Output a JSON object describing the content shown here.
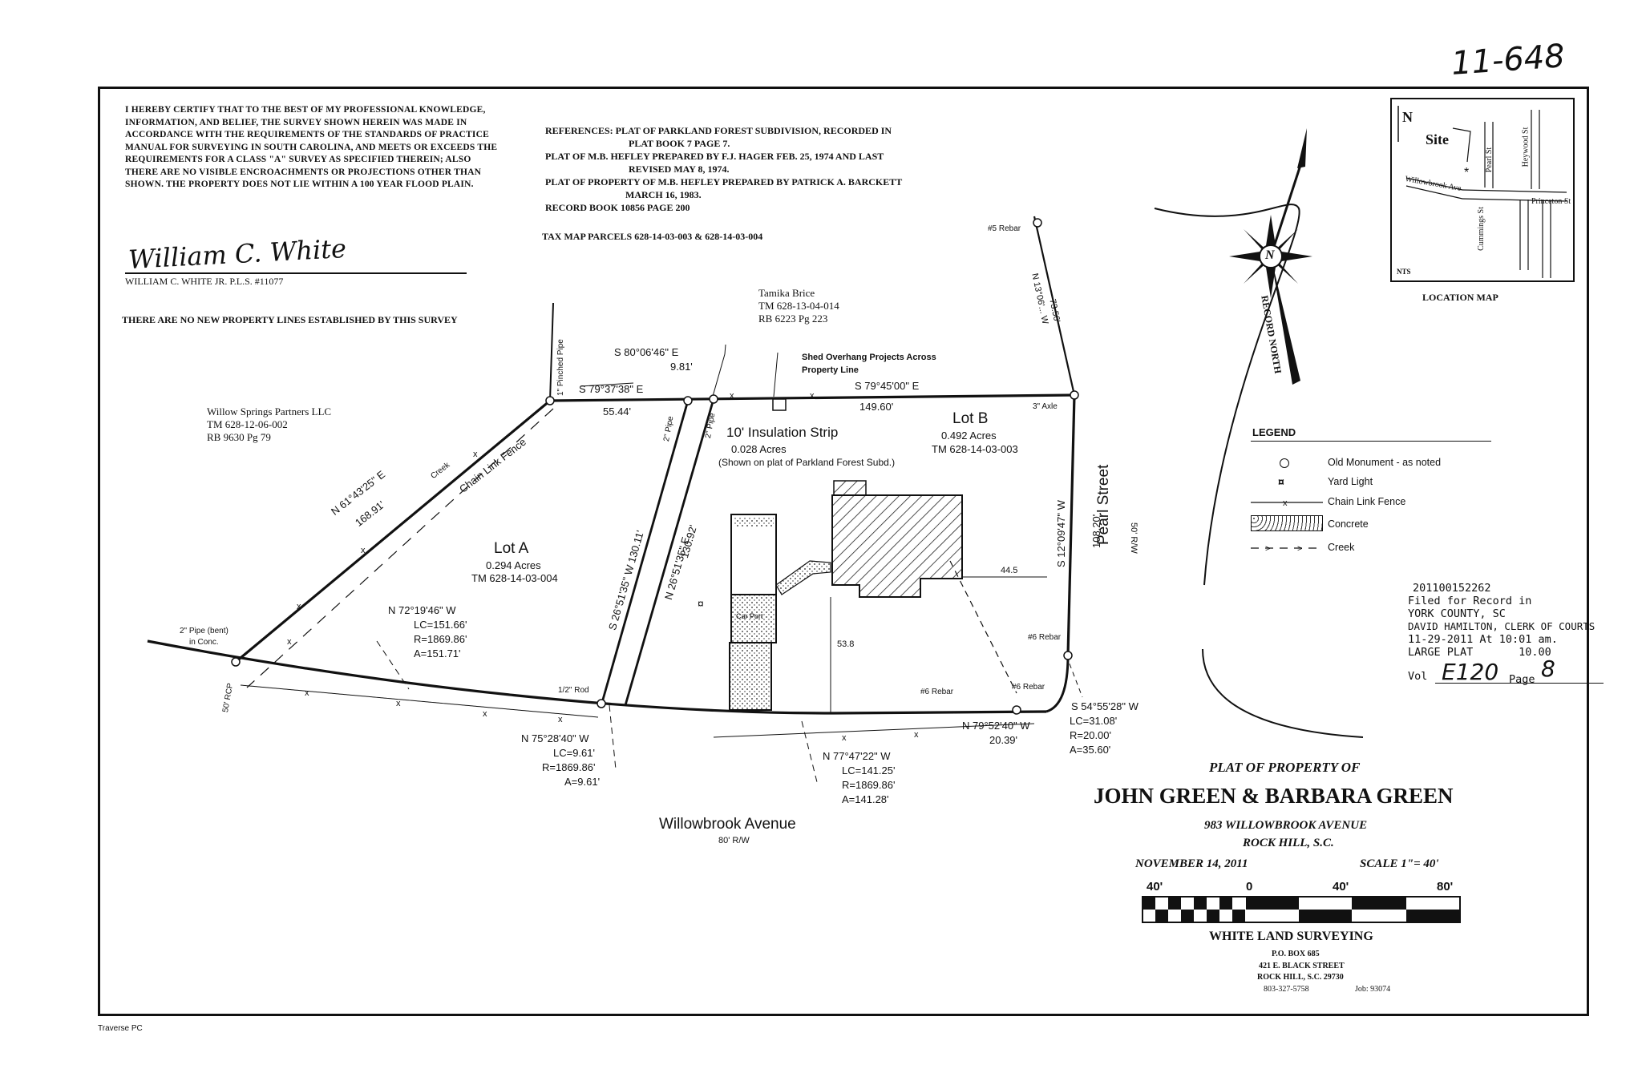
{
  "handwritten_id": "11-648",
  "certification": {
    "text": "I HEREBY CERTIFY THAT TO THE BEST OF MY PROFESSIONAL KNOWLEDGE, INFORMATION, AND BELIEF, THE SURVEY SHOWN HEREIN WAS MADE IN ACCORDANCE WITH THE REQUIREMENTS OF THE STANDARDS OF PRACTICE MANUAL FOR SURVEYING IN SOUTH CAROLINA, AND MEETS OR EXCEEDS THE REQUIREMENTS FOR A CLASS \"A\" SURVEY AS SPECIFIED THEREIN; ALSO THERE ARE NO VISIBLE ENCROACHMENTS OR PROJECTIONS OTHER THAN SHOWN. THE PROPERTY DOES NOT LIE WITHIN A 100 YEAR FLOOD PLAIN.",
    "signature": "William C. White",
    "surveyor": "WILLIAM C. WHITE JR. P.L.S. #11077",
    "note": "THERE ARE NO NEW PROPERTY LINES ESTABLISHED BY THIS SURVEY"
  },
  "references": {
    "line1": "REFERENCES: PLAT OF PARKLAND FOREST SUBDIVISION, RECORDED IN",
    "line2": "PLAT BOOK 7 PAGE 7.",
    "line3": "PLAT OF M.B. HEFLEY PREPARED BY F.J. HAGER FEB. 25, 1974 AND LAST",
    "line4": "REVISED MAY 8, 1974.",
    "line5": "PLAT OF PROPERTY OF M.B. HEFLEY PREPARED BY PATRICK A. BARCKETT",
    "line6": "MARCH 16, 1983.",
    "line7": "RECORD BOOK 10856 PAGE 200",
    "tax_map": "TAX MAP PARCELS 628-14-03-003 & 628-14-03-004"
  },
  "location_map": {
    "title": "LOCATION MAP",
    "north": "N",
    "site": "Site",
    "streets": [
      "Willowbrook Ave",
      "Pearl St",
      "Heywood St",
      "Cummings St",
      "Princeton St"
    ],
    "nts": "NTS"
  },
  "compass": {
    "n": "N",
    "record_north": "RECORD NORTH"
  },
  "legend": {
    "title": "LEGEND",
    "items": [
      {
        "symbol": "old-monument",
        "label": "Old Monument - as noted"
      },
      {
        "symbol": "yard-light",
        "label": "Yard Light"
      },
      {
        "symbol": "chain-link-fence",
        "label": "Chain Link Fence"
      },
      {
        "symbol": "concrete",
        "label": "Concrete"
      },
      {
        "symbol": "creek",
        "label": "Creek"
      }
    ]
  },
  "recording_stamp": {
    "lines": [
      "201100152262",
      "Filed for Record in",
      "YORK COUNTY, SC",
      "DAVID HAMILTON, CLERK OF COURTS",
      "11-29-2011 At 10:01 am.",
      "LARGE PLAT       10.00"
    ],
    "vol_label": "Vol",
    "vol": "E120",
    "page_label": "Page",
    "page": "8"
  },
  "title_block": {
    "heading": "PLAT OF PROPERTY OF",
    "owners": "JOHN GREEN & BARBARA GREEN",
    "address1": "983 WILLOWBROOK AVENUE",
    "address2": "ROCK HILL, S.C.",
    "date": "NOVEMBER 14, 2011",
    "scale": "SCALE 1\"= 40'",
    "scale_labels": [
      "40'",
      "0",
      "40'",
      "80'"
    ],
    "company": "WHITE LAND SURVEYING",
    "po": "P.O. BOX 685",
    "street": "421 E. BLACK STREET",
    "city": "ROCK HILL, S.C. 29730",
    "phone": "803-327-5758",
    "job": "Job: 93074"
  },
  "footer": "Traverse PC",
  "plat": {
    "neighbors": {
      "willow": [
        "Willow Springs Partners LLC",
        "TM 628-12-06-002",
        "RB 9630 Pg 79"
      ],
      "brice": [
        "Tamika Brice",
        "TM 628-13-04-014",
        "RB 6223 Pg 223"
      ]
    },
    "lots": {
      "a": [
        "Lot A",
        "0.294 Acres",
        "TM 628-14-03-004"
      ],
      "b": [
        "Lot B",
        "0.492 Acres",
        "TM 628-14-03-003"
      ],
      "strip": [
        "10' Insulation Strip",
        "0.028 Acres",
        "(Shown on plat of Parkland Forest Subd.)"
      ]
    },
    "streets": {
      "willowbrook": "Willowbrook Avenue",
      "willowbrook_rw": "80' R/W",
      "pearl": "Pearl Street",
      "pearl_rw": "50' R/W"
    },
    "bearings": {
      "b1": "S 80°06'46\" E",
      "b1d": "9.81'",
      "b2": "S 79°37'38\" E",
      "b2d": "55.44'",
      "b3": "S 79°45'00\" E",
      "b3d": "149.60'",
      "b4": "N 61°43'25\" E",
      "b4d": "168.91'",
      "b5": "S 26°51'35\" W 130.11'",
      "b6": "N 26°51'35\" E",
      "b6d": "130.92'",
      "b7": "S 12°09'47\" W",
      "b7d": "108.20'",
      "b8": "N 13°06'... W",
      "b8d": "73.56'",
      "c1": [
        "N 72°19'46\" W",
        "LC=151.66'",
        "R=1869.86'",
        "A=151.71'"
      ],
      "c2": [
        "N 75°28'40\" W",
        "LC=9.61'",
        "R=1869.86'",
        "A=9.61'"
      ],
      "c3": [
        "N 77°47'22\" W",
        "LC=141.25'",
        "R=1869.86'",
        "A=141.28'"
      ],
      "c4": [
        "S 54°55'28\" W",
        "LC=31.08'",
        "R=20.00'",
        "A=35.60'"
      ],
      "b9": "N 79°52'40\" W",
      "b9d": "20.39'",
      "dim_44": "44.5",
      "dim_53": "53.8"
    },
    "notes": {
      "rebar5": "#5 Rebar",
      "axle": "3\" Axle",
      "pinched": "1\" Pinched Pipe",
      "pipe2a": "2\" Pipe",
      "pipe2b": "2\" Pipe",
      "pipe_bent": "2\" Pipe (bent)",
      "in_conc": "in Conc.",
      "rcp": "50' RCP",
      "rod": "1/2\" Rod",
      "rebar6a": "#6 Rebar",
      "rebar6b": "#6 Rebar",
      "rebar6c": "#6 Rebar",
      "creek": "Creek",
      "fence": "Chain Link Fence",
      "shed": "Shed Overhang Projects Across",
      "shed2": "Property Line",
      "carport": "Car Port"
    }
  }
}
